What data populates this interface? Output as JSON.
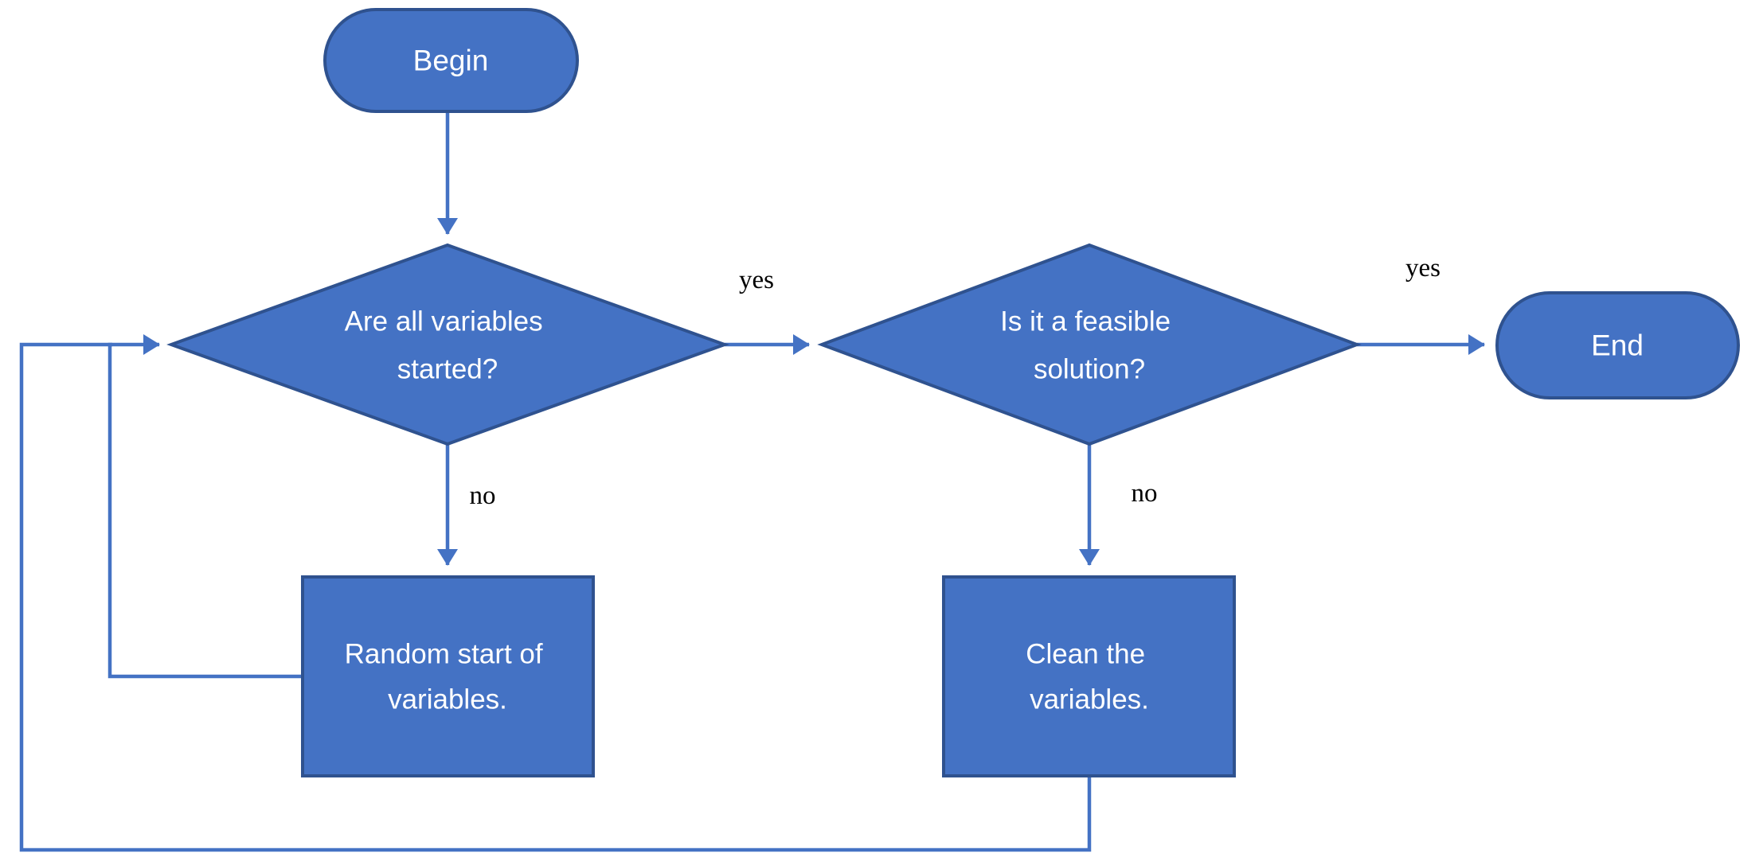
{
  "colors": {
    "background": "#ffffff",
    "shape_fill": "#4472c4",
    "shape_border": "#2f528f",
    "connector": "#4472c4",
    "node_text": "#ffffff",
    "label_text": "#000000"
  },
  "nodes": {
    "begin": {
      "label": "Begin"
    },
    "decision_variables_started": {
      "line1": "Are all variables",
      "line2": "started?"
    },
    "decision_feasible_solution": {
      "line1": "Is it a feasible",
      "line2": "solution?"
    },
    "process_random_start": {
      "line1": "Random start of",
      "line2": "variables."
    },
    "process_clean_variables": {
      "line1": "Clean the",
      "line2": "variables."
    },
    "end": {
      "label": "End"
    }
  },
  "edge_labels": {
    "variables_started_yes": "yes",
    "variables_started_no": "no",
    "feasible_yes": "yes",
    "feasible_no": "no"
  }
}
